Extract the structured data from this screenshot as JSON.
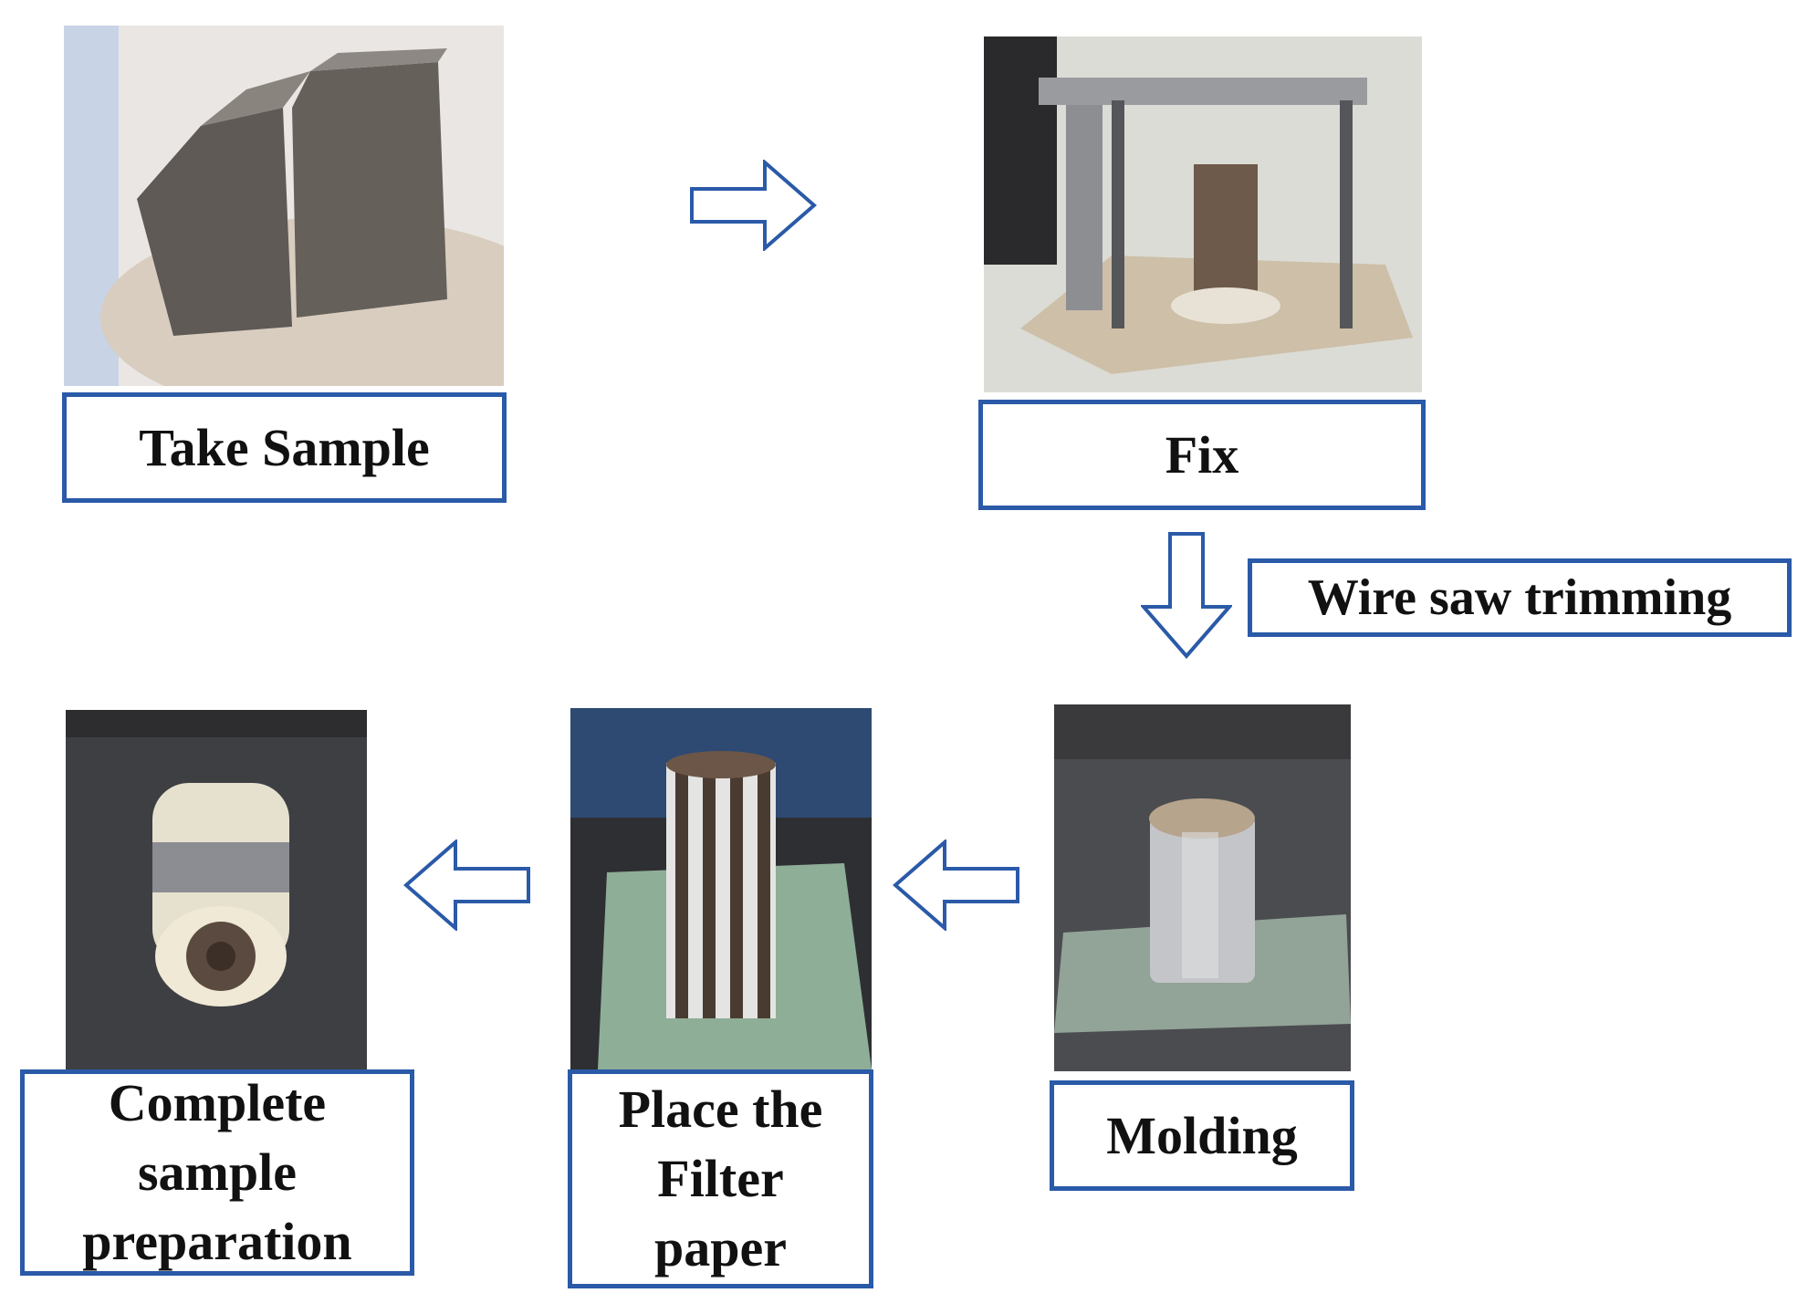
{
  "steps": {
    "take_sample": "Take Sample",
    "fix": "Fix",
    "wire_saw": "Wire saw trimming",
    "molding": "Molding",
    "filter_line1": "Place the",
    "filter_line2": "Filter",
    "filter_line3": "paper",
    "complete_line1": "Complete",
    "complete_line2": "sample",
    "complete_line3": "preparation"
  },
  "colors": {
    "box_border": "#2a5aa8",
    "arrow_stroke": "#2a5aa8"
  }
}
